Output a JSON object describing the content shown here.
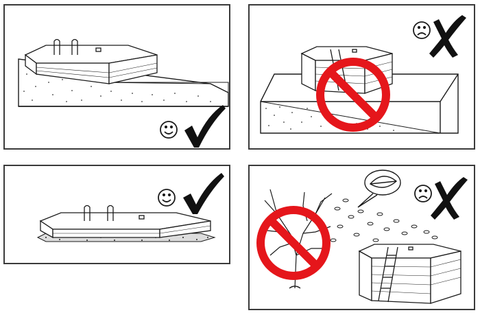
{
  "panels": [
    {
      "id": "pool-on-slope-with-foundation",
      "verdict": "correct",
      "face": "smiley"
    },
    {
      "id": "pool-on-raised-slope-foundation",
      "verdict": "wrong",
      "face": "frowny"
    },
    {
      "id": "pool-on-flat-ground",
      "verdict": "correct",
      "face": "smiley"
    },
    {
      "id": "pool-under-tree",
      "verdict": "wrong",
      "face": "frowny"
    }
  ],
  "colors": {
    "line": "#1a1a1a",
    "prohibition": "#e5161b",
    "panel_border": "#3a3a3a"
  },
  "icons": [
    "smiley-face-icon",
    "frowny-face-icon",
    "check-mark-icon",
    "x-mark-icon",
    "prohibition-icon",
    "leaf-icon"
  ]
}
